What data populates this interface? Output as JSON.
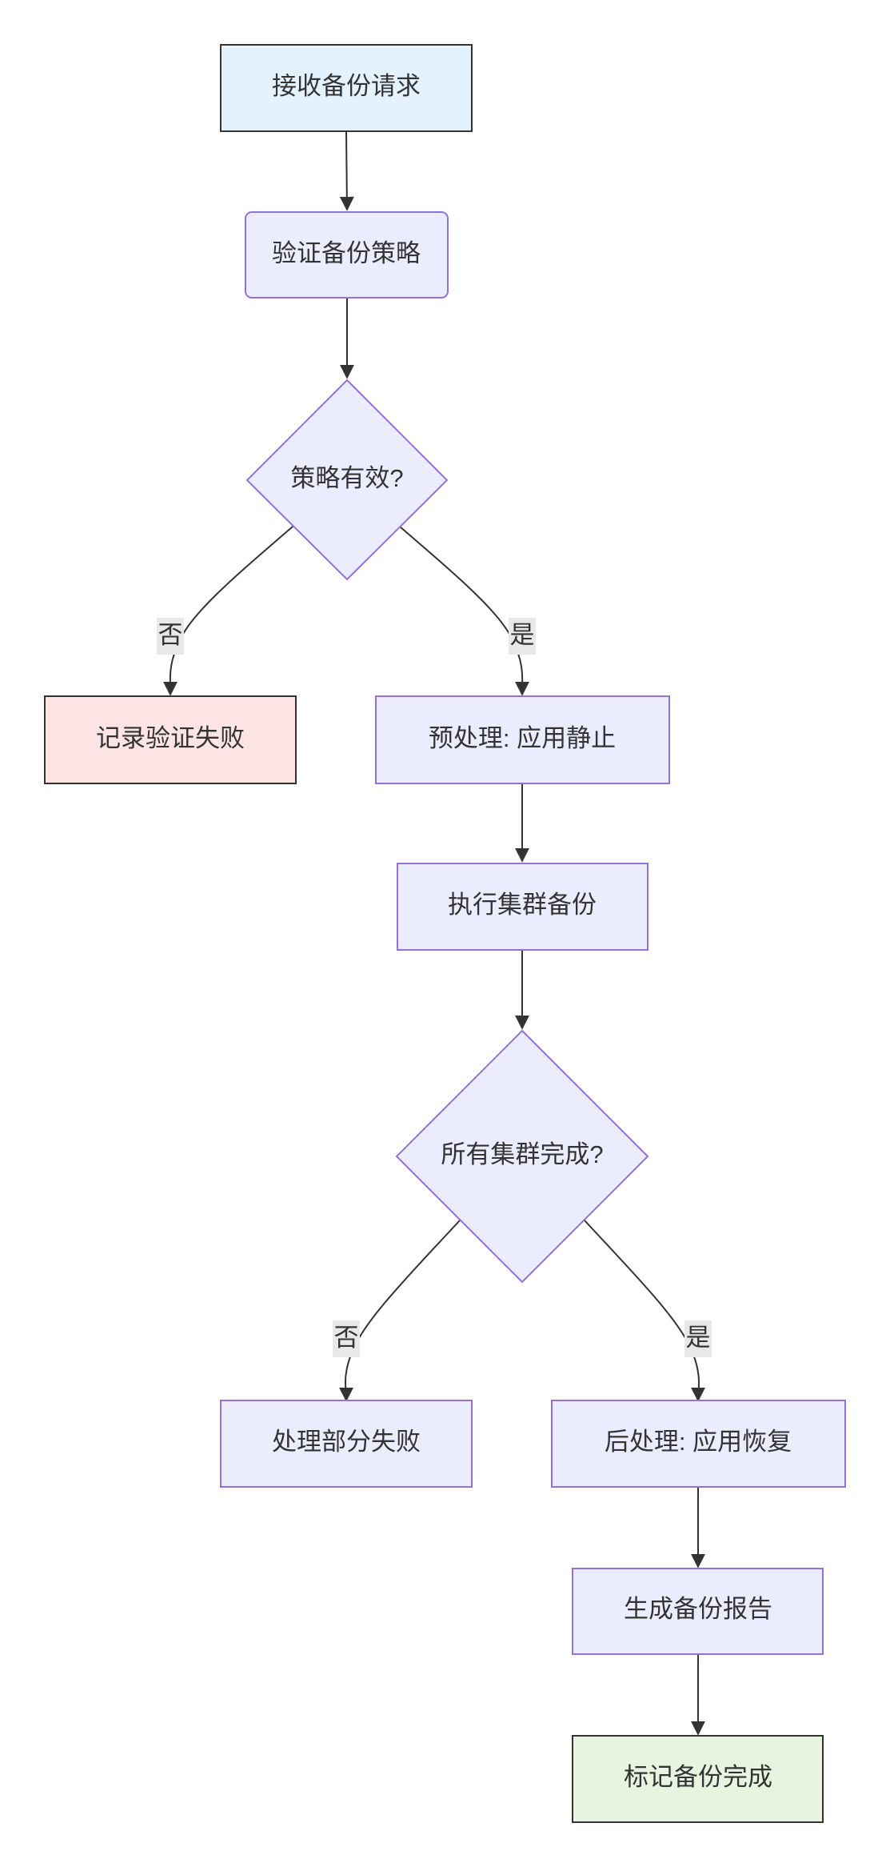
{
  "diagram": {
    "type": "flowchart",
    "nodes": {
      "receive": {
        "label": "接收备份请求"
      },
      "validate": {
        "label": "验证备份策略"
      },
      "policy_valid": {
        "label": "策略有效?"
      },
      "log_fail": {
        "label": "记录验证失败"
      },
      "pre_process": {
        "label": "预处理: 应用静止"
      },
      "execute": {
        "label": "执行集群备份"
      },
      "all_done": {
        "label": "所有集群完成?"
      },
      "partial_fail": {
        "label": "处理部分失败"
      },
      "post_process": {
        "label": "后处理: 应用恢复"
      },
      "report": {
        "label": "生成备份报告"
      },
      "mark_done": {
        "label": "标记备份完成"
      }
    },
    "edges": {
      "policy_no": {
        "label": "否"
      },
      "policy_yes": {
        "label": "是"
      },
      "done_no": {
        "label": "否"
      },
      "done_yes": {
        "label": "是"
      }
    },
    "colors": {
      "start_fill": "#e3f2fd",
      "start_stroke": "#333333",
      "process_fill": "#ececff",
      "process_stroke": "#9370db",
      "fail_fill": "#fde4e4",
      "fail_stroke": "#333333",
      "success_fill": "#e6f4e0",
      "success_stroke": "#333333",
      "edge": "#333333",
      "edge_label_bg": "#e8e8e8"
    }
  }
}
